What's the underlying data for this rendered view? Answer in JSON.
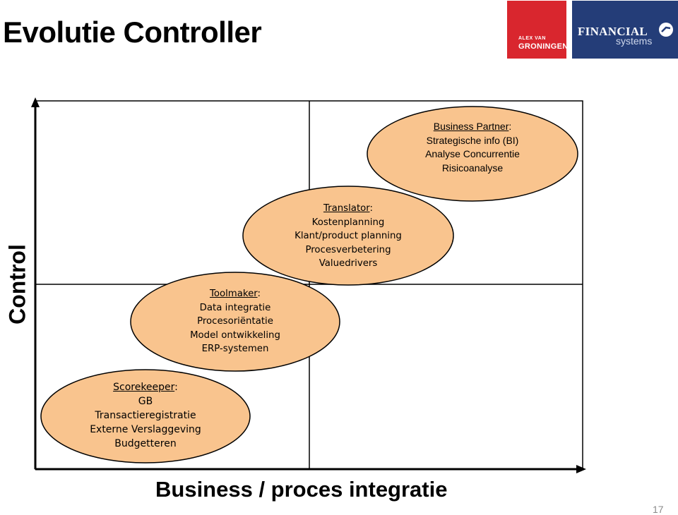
{
  "page": {
    "title": "Evolutie Controller",
    "page_number": "17"
  },
  "logos": {
    "alex_line1": "ALEX VAN",
    "alex_line2": "GRONINGEN",
    "financial_line1": "FINANCIAL",
    "financial_line2": "systems"
  },
  "axes": {
    "y_label": "Control",
    "x_label": "Business / proces integratie"
  },
  "roles": {
    "business_partner": {
      "name": "Business Partner",
      "items": [
        "Strategische info (BI)",
        "Analyse Concurrentie",
        "Risicoanalyse"
      ]
    },
    "translator": {
      "name": "Translator",
      "items": [
        "Kostenplanning",
        "Klant/product planning",
        "Procesverbetering",
        "Valuedrivers"
      ]
    },
    "toolmaker": {
      "name": "Toolmaker",
      "items": [
        "Data integratie",
        "Procesoriëntatie",
        "Model ontwikkeling",
        "ERP-systemen"
      ]
    },
    "scorekeeper": {
      "name": "Scorekeeper",
      "items": [
        "GB",
        "Transactieregistratie",
        "Externe Verslaggeving",
        "Budgetteren"
      ]
    }
  },
  "colors": {
    "ellipse_fill": "#f9c48e",
    "ellipse_stroke": "#000000",
    "alex_red": "#d9262e",
    "financial_blue": "#243d78"
  }
}
